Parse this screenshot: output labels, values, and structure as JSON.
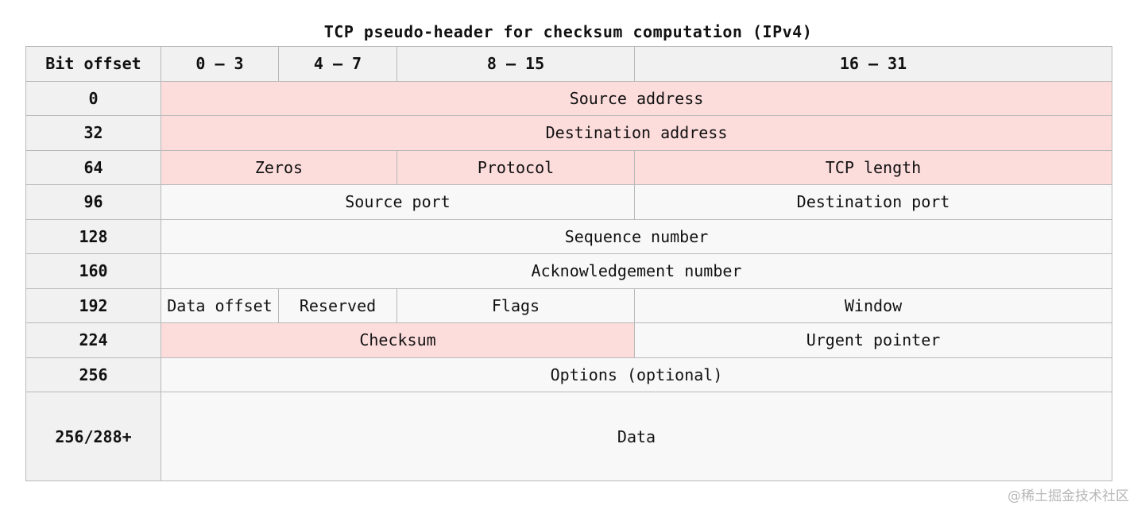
{
  "caption": "TCP pseudo-header for checksum computation (IPv4)",
  "header": {
    "bit_offset": "Bit offset",
    "col_0_3": "0 – 3",
    "col_4_7": "4 – 7",
    "col_8_15": "8 – 15",
    "col_16_31": "16 – 31"
  },
  "rows": [
    {
      "offset": "0",
      "cells": [
        "Source address"
      ]
    },
    {
      "offset": "32",
      "cells": [
        "Destination address"
      ]
    },
    {
      "offset": "64",
      "cells": [
        "Zeros",
        "Protocol",
        "TCP length"
      ]
    },
    {
      "offset": "96",
      "cells": [
        "Source port",
        "Destination port"
      ]
    },
    {
      "offset": "128",
      "cells": [
        "Sequence number"
      ]
    },
    {
      "offset": "160",
      "cells": [
        "Acknowledgement number"
      ]
    },
    {
      "offset": "192",
      "cells": [
        "Data offset",
        "Reserved",
        "Flags",
        "Window"
      ]
    },
    {
      "offset": "224",
      "cells": [
        "Checksum",
        "Urgent pointer"
      ]
    },
    {
      "offset": "256",
      "cells": [
        "Options (optional)"
      ]
    },
    {
      "offset": "256/288+",
      "cells": [
        "Data"
      ]
    }
  ],
  "colors": {
    "highlight": "#fddcdc",
    "cell_background": "#f8f8f8",
    "header_background": "#f1f1f1",
    "border": "#b9b9b9"
  },
  "watermark": "@稀土掘金技术社区"
}
